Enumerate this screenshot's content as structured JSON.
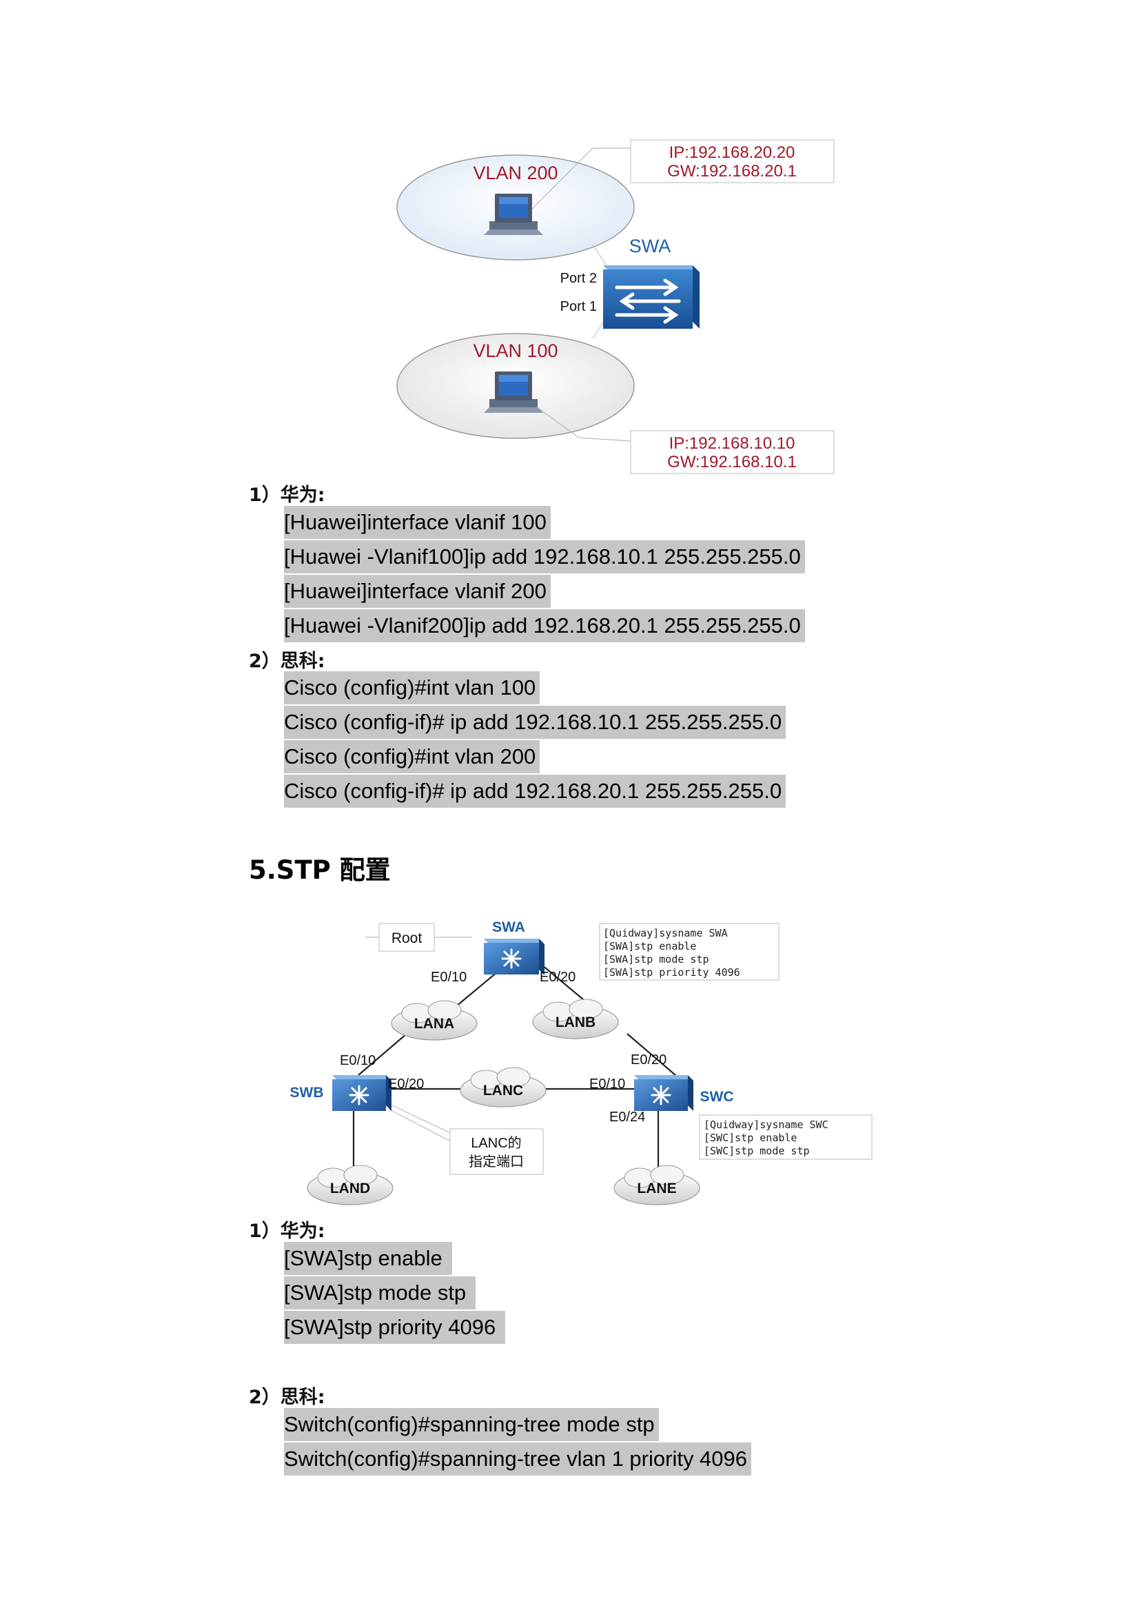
{
  "vlan_figure": {
    "vlan200_label": "VLAN 200",
    "vlan100_label": "VLAN 100",
    "switch_label": "SWA",
    "port2_label": "Port 2",
    "port1_label": "Port 1",
    "callout_top": {
      "ip": "IP:192.168.20.20",
      "gw": "GW:192.168.20.1"
    },
    "callout_bottom": {
      "ip": "IP:192.168.10.10",
      "gw": "GW:192.168.10.1"
    }
  },
  "section1": {
    "huawei_label": "1）华为:",
    "huawei_lines": [
      "[Huawei]interface vlanif 100",
      "[Huawei -Vlanif100]ip add 192.168.10.1 255.255.255.0",
      "[Huawei]interface vlanif 200",
      "[Huawei -Vlanif200]ip add 192.168.20.1 255.255.255.0"
    ],
    "cisco_label": "2）思科:",
    "cisco_lines": [
      "Cisco (config)#int vlan 100",
      "Cisco (config-if)# ip add 192.168.10.1 255.255.255.0",
      "Cisco (config)#int vlan 200",
      "Cisco (config-if)# ip add 192.168.20.1 255.255.255.0"
    ]
  },
  "stp_heading": "5.STP 配置",
  "stp_figure": {
    "root_label": "Root",
    "swa": "SWA",
    "swb": "SWB",
    "swc": "SWC",
    "lana": "LANA",
    "lanb": "LANB",
    "lanc": "LANC",
    "land": "LAND",
    "lane": "LANE",
    "swa_e010": "E0/10",
    "swa_e020": "E0/20",
    "swb_e010": "E0/10",
    "swb_e020": "E0/20",
    "swc_e020": "E0/20",
    "swc_e010": "E0/10",
    "swc_e024": "E0/24",
    "lanc_note_line1": "LANC的",
    "lanc_note_line2": "指定端口",
    "swa_config": [
      "[Quidway]sysname SWA",
      "[SWA]stp enable",
      "[SWA]stp mode stp",
      "[SWA]stp priority 4096"
    ],
    "swc_config": [
      "[Quidway]sysname SWC",
      "[SWC]stp enable",
      "[SWC]stp mode stp"
    ]
  },
  "section2": {
    "huawei_label": "1）华为:",
    "huawei_lines": [
      "[SWA]stp enable",
      "[SWA]stp mode stp",
      "[SWA]stp priority 4096"
    ],
    "cisco_label": "2）思科:",
    "cisco_lines": [
      "Switch(config)#spanning-tree mode stp",
      "Switch(config)#spanning-tree vlan 1 priority 4096"
    ]
  },
  "colors": {
    "vlan_text": "#a0182a",
    "switch_blue": "#1f5fa8",
    "code_bg": "#c6c6c6"
  }
}
